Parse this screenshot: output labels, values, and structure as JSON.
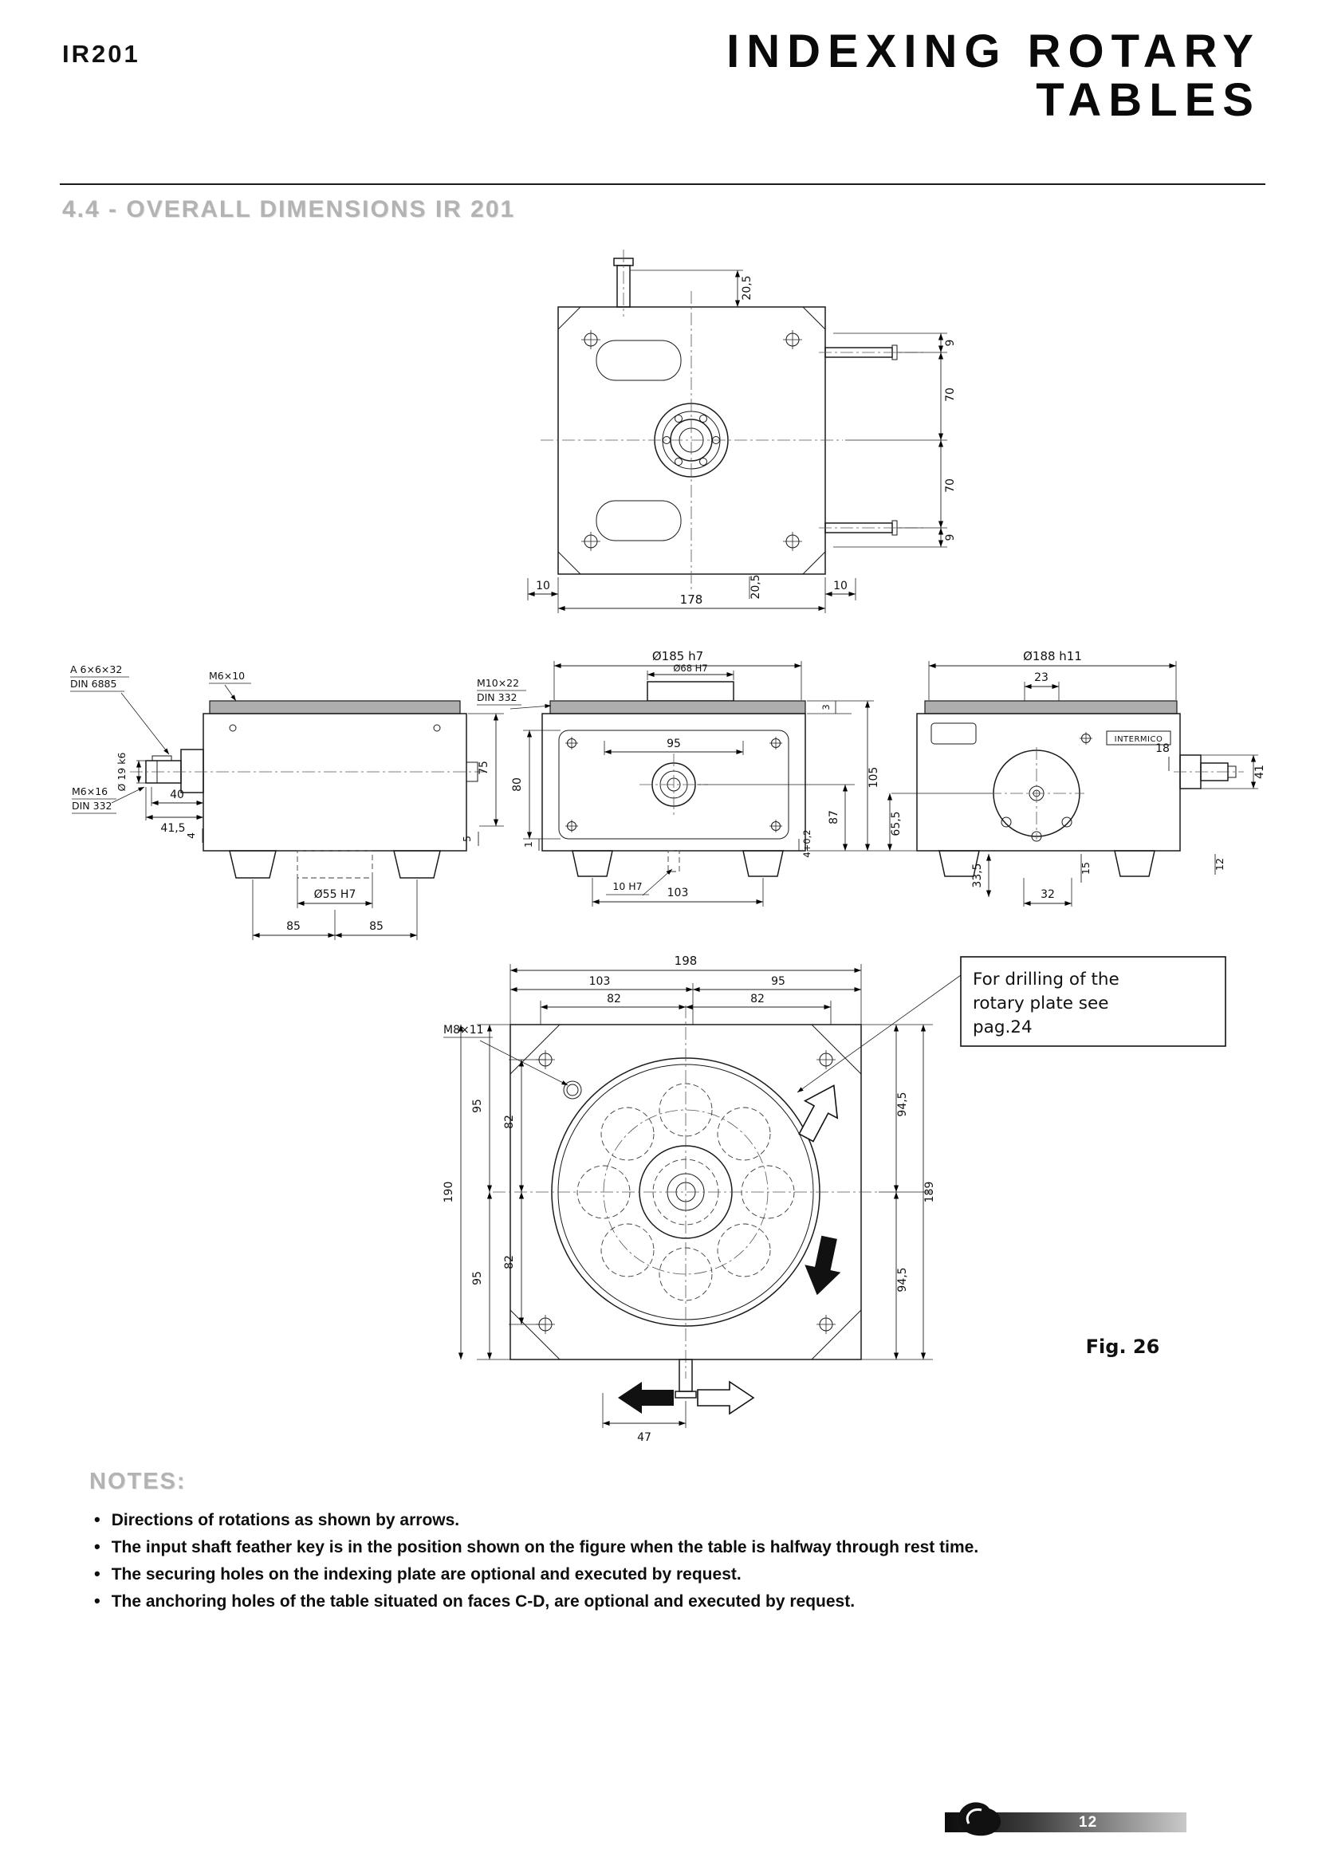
{
  "header": {
    "model": "IR201",
    "title_line1": "INDEXING ROTARY",
    "title_line2": "TABLES"
  },
  "section_heading": "4.4 - OVERALL DIMENSIONS IR 201",
  "figure": {
    "caption": "Fig. 26",
    "callout_line1": "For drilling of the",
    "callout_line2": "rotary plate see",
    "callout_line3": "pag.24",
    "brand_label": "INTERMICO"
  },
  "top_view": {
    "shaft_offset": "20,5",
    "right_offset_top": "9",
    "right_span_top": "70",
    "right_span_bottom": "70",
    "right_offset_bottom": "9",
    "bottom_left_offset": "10",
    "overall_width": "178",
    "bottom_shaft_offset": "20,5",
    "bottom_right_offset": "10"
  },
  "left_view": {
    "key_spec_1": "A 6×6×32",
    "key_spec_2": "DIN 6885",
    "screw_top": "M6×10",
    "shaft_dia": "Ø 19 k6",
    "screw_front_1": "M6×16",
    "screw_front_2": "DIN 332",
    "shaft_len_1": "40",
    "shaft_len_2": "41,5",
    "land": "4",
    "spigot_dia": "Ø55 H7",
    "foot_span_1": "85",
    "foot_span_2": "85",
    "height_right": "75",
    "land_right": "5"
  },
  "front_view": {
    "plate_dia": "Ø185 h7",
    "boss_dia": "Ø68 H7",
    "screw_spec_1": "M10×22",
    "screw_spec_2": "DIN 332",
    "hole_span": "95",
    "height_left": "80",
    "land_left": "1",
    "keyway": "10 H7",
    "foot_span": "103",
    "land_right": "4+0,2",
    "height_inner": "87",
    "height_outer": "105",
    "plate_thickness": "3",
    "height_aux": "65,5"
  },
  "right_view": {
    "plate_dia": "Ø188 h11",
    "top_width": "23",
    "shaft_dim": "18",
    "shaft_height": "41",
    "bottom_1": "33,5",
    "bottom_2": "32",
    "bottom_3": "15",
    "bottom_4": "12"
  },
  "bottom_view": {
    "overall_width": "198",
    "width_left": "103",
    "width_right": "95",
    "hole_span_left": "82",
    "hole_span_right": "82",
    "screw_spec": "M8×11",
    "left_95_top": "95",
    "left_82_top": "82",
    "left_82_bottom": "82",
    "left_95_bottom": "95",
    "left_overall": "190",
    "right_94_top": "94,5",
    "right_94_bottom": "94,5",
    "right_overall": "189",
    "shaft_offset": "47"
  },
  "notes": {
    "heading": "NOTES:",
    "items": [
      "Directions of rotations as shown by arrows.",
      "The input shaft feather key is in the position shown on the figure when the table is halfway through rest time.",
      "The securing holes on the indexing plate are optional and executed by request.",
      "The anchoring holes of the table situated on faces C-D, are optional and executed by request."
    ]
  },
  "footer": {
    "page_number": "12"
  }
}
